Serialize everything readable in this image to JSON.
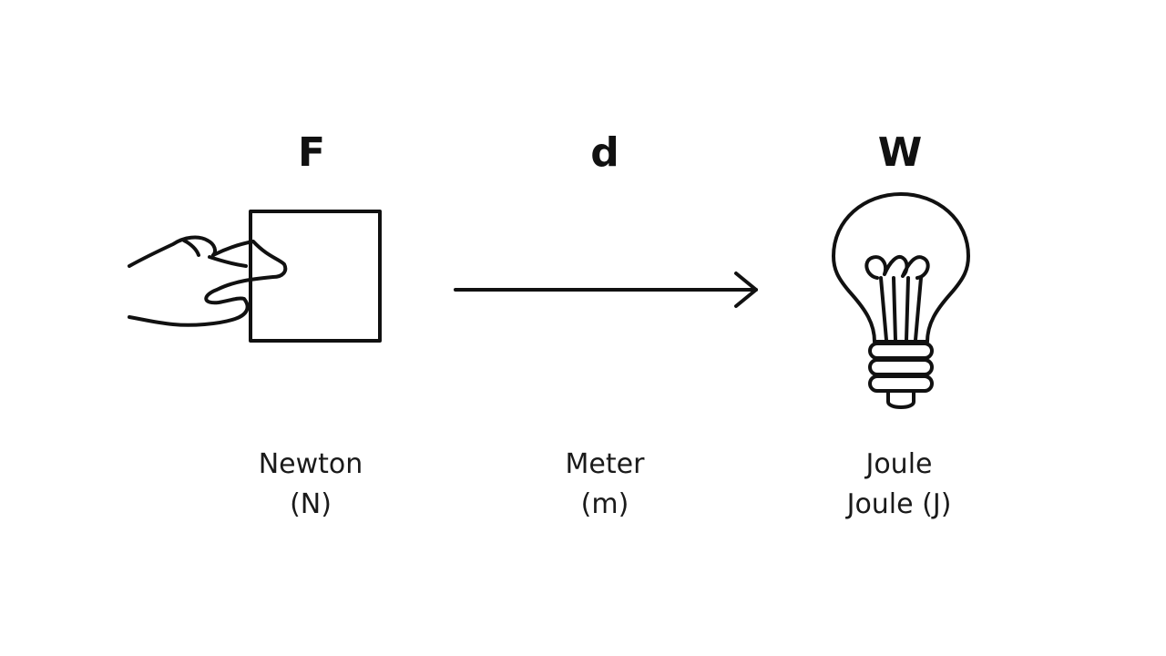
{
  "colors": {
    "background": "#ffffff",
    "stroke": "#111111"
  },
  "force": {
    "symbol": "F",
    "unit_name": "Newton",
    "unit_symbol": "(N)",
    "icon": "hand-pushing-box-icon"
  },
  "distance": {
    "symbol": "d",
    "unit_name": "Meter",
    "unit_symbol": "(m)",
    "icon": "right-arrow-icon"
  },
  "work": {
    "symbol": "W",
    "unit_name": "Joule",
    "unit_symbol": "Joule (J)",
    "icon": "light-bulb-icon"
  }
}
